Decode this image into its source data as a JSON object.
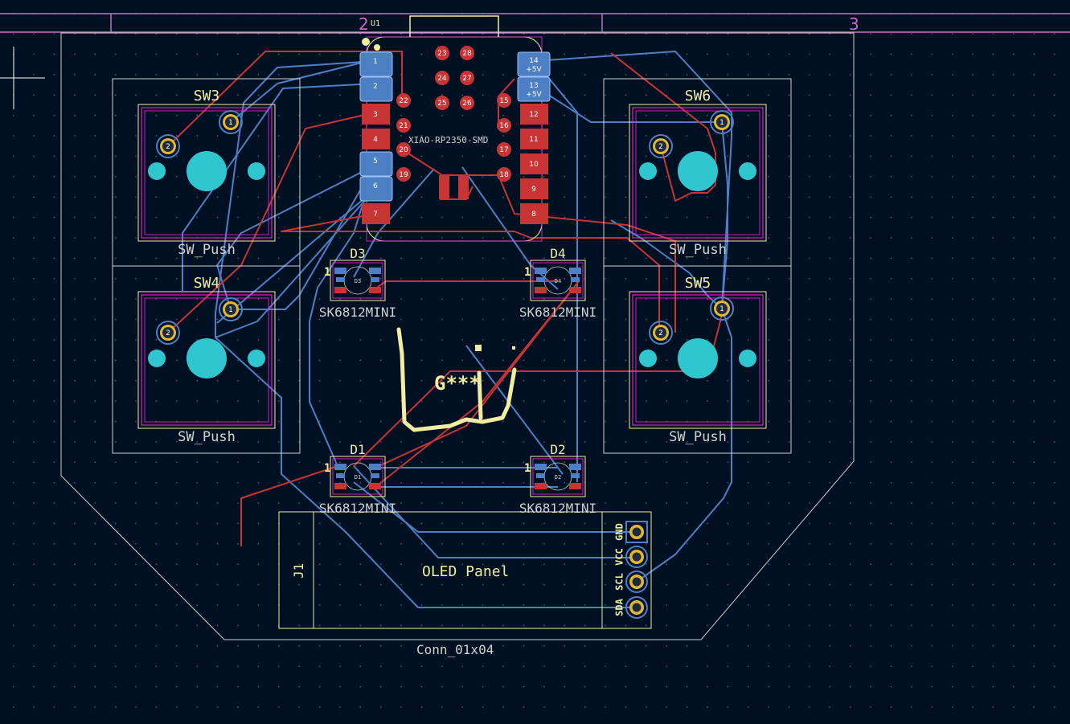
{
  "sheet": {
    "col_2": "2",
    "col_3": "3"
  },
  "mcu": {
    "ref": "U1",
    "value": "XIAO-RP2350-SMD",
    "left_pads": [
      "1",
      "2",
      "3",
      "4",
      "5",
      "6",
      "7"
    ],
    "right_pads": [
      "14",
      "13",
      "12",
      "11",
      "10",
      "9",
      "8"
    ],
    "right_pad_net": "+5V",
    "inner_pads": [
      "23",
      "28",
      "24",
      "27",
      "25",
      "26",
      "22",
      "21",
      "20",
      "19",
      "15",
      "16",
      "17",
      "18"
    ]
  },
  "switches": [
    {
      "ref": "SW3",
      "value": "SW_Push"
    },
    {
      "ref": "SW6",
      "value": "SW_Push"
    },
    {
      "ref": "SW4",
      "value": "SW_Push"
    },
    {
      "ref": "SW5",
      "value": "SW_Push"
    }
  ],
  "switch_pins": {
    "pin1": "1",
    "pin2": "2"
  },
  "leds": [
    {
      "ref": "D3",
      "value": "SK6812MINI"
    },
    {
      "ref": "D4",
      "value": "SK6812MINI"
    },
    {
      "ref": "D1",
      "value": "SK6812MINI"
    },
    {
      "ref": "D2",
      "value": "SK6812MINI"
    }
  ],
  "led_pin1_mark": "1",
  "logo_ref": "G***",
  "connector": {
    "ref": "J1",
    "value": "Conn_01x04",
    "label": "OLED Panel",
    "pins": [
      "GND",
      "VCC",
      "SCL",
      "SDA"
    ]
  },
  "colors": {
    "background": "#001023",
    "front_copper": "#c83434",
    "back_copper": "#4d7fc4",
    "silkscreen": "#f2eda1",
    "edge_cuts": "#d0d2cd",
    "courtyard": "#ff26e2",
    "via_hole": "#e3b72e",
    "npth": "#2fc6d0"
  }
}
